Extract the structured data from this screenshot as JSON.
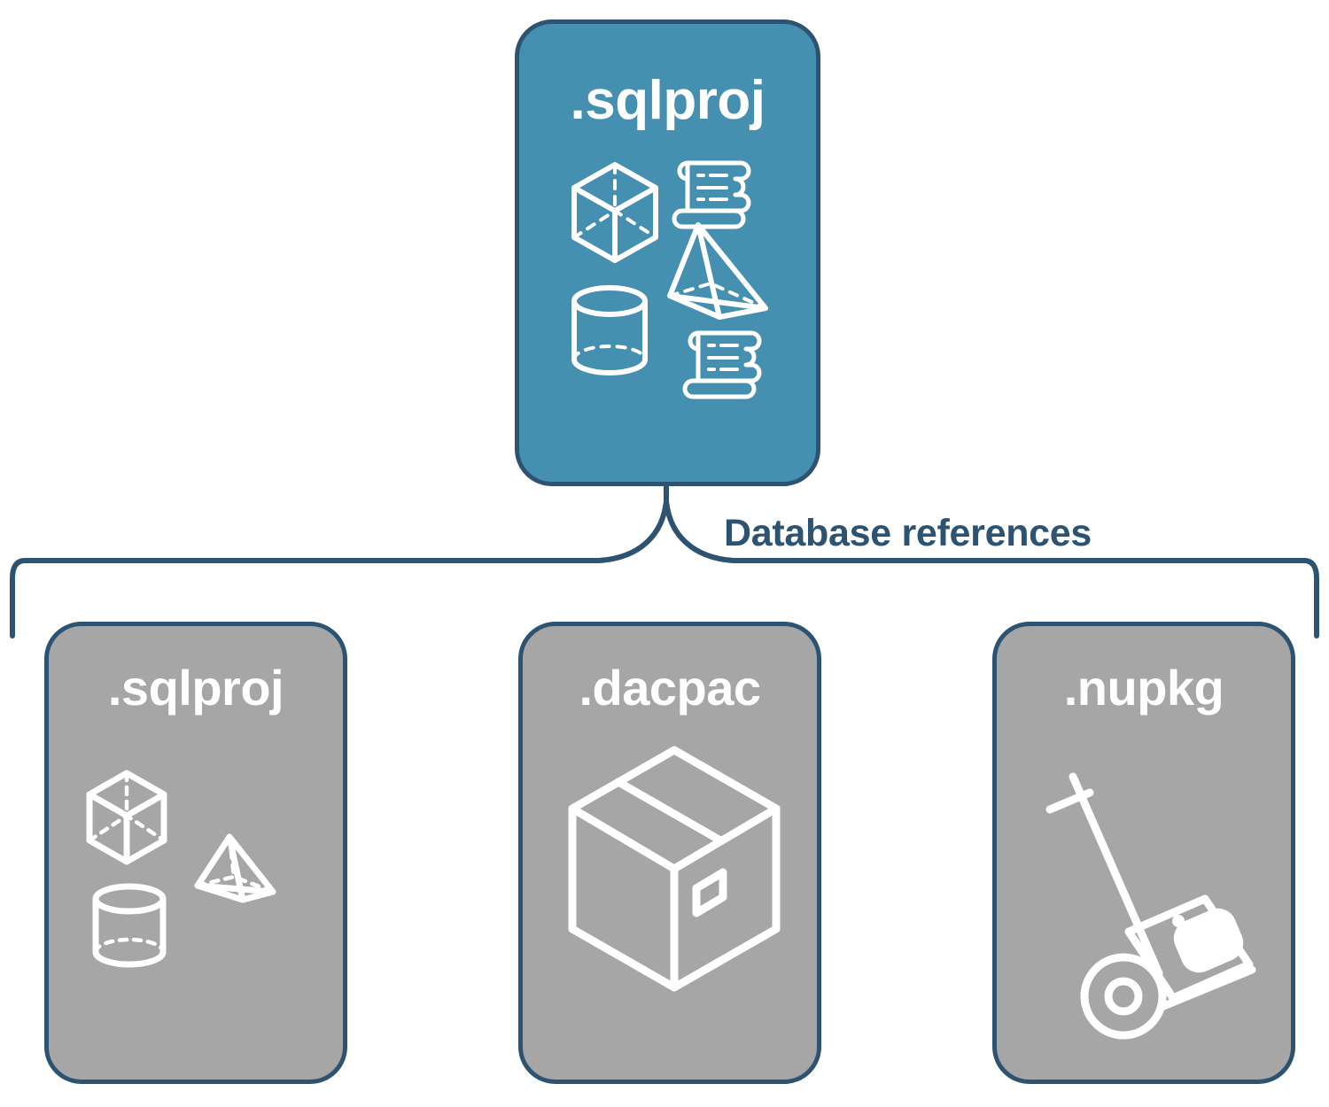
{
  "diagram": {
    "title_text": "Database references",
    "colors": {
      "accent_teal": "#4590b0",
      "border_navy": "#2d5372",
      "card_gray": "#a6a6a6",
      "icon_white": "#ffffff",
      "background": "#ffffff"
    }
  },
  "root_node": {
    "label": ".sqlproj",
    "fill": "#4590b0",
    "icons": [
      "wireframe-cube-icon",
      "scroll-document-icon",
      "wireframe-pyramid-icon",
      "wireframe-cylinder-icon",
      "scroll-document-icon"
    ]
  },
  "connector": {
    "label": "Database references"
  },
  "reference_nodes": [
    {
      "label": ".sqlproj",
      "fill": "#a6a6a6",
      "icons": [
        "wireframe-cube-icon",
        "wireframe-pyramid-icon",
        "wireframe-cylinder-icon"
      ]
    },
    {
      "label": ".dacpac",
      "fill": "#a6a6a6",
      "icons": [
        "shipping-box-icon"
      ]
    },
    {
      "label": ".nupkg",
      "fill": "#a6a6a6",
      "icons": [
        "hand-truck-icon",
        "nuget-package-icon"
      ]
    }
  ]
}
